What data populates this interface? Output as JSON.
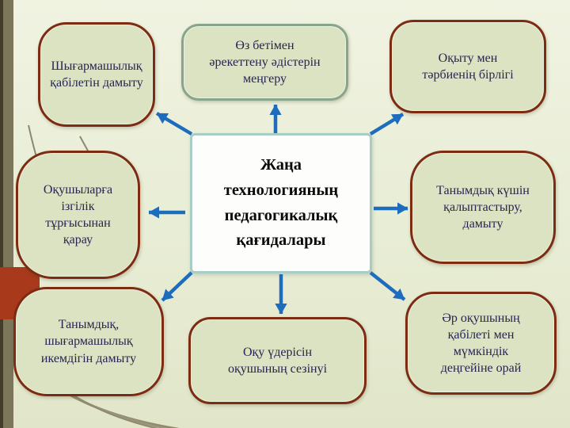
{
  "diagram": {
    "language": "Kazakh",
    "center_node": {
      "id": "center",
      "label": "Жаңа\nтехнологияның\nпедагогикалық\nқағидалары"
    },
    "nodes": [
      {
        "id": "top-left",
        "label": "Шығармашылық\nқабілетін дамыту"
      },
      {
        "id": "top-center",
        "label": "Өз бетімен\nәрекеттену әдістерін\nмеңгеру"
      },
      {
        "id": "top-right",
        "label": "Оқыту мен\nтәрбиенің бірлігі"
      },
      {
        "id": "mid-left",
        "label": "Оқушыларға\nізгілік\nтұрғысынан\nқарау"
      },
      {
        "id": "mid-right",
        "label": "Танымдық күшін\nқалыптастыру,\nдамыту"
      },
      {
        "id": "bottom-left",
        "label": "Танымдық,\nшығармашылық\nикемдігін дамыту"
      },
      {
        "id": "bottom-center",
        "label": "Оқу үдерісін\nоқушының сезінуі"
      },
      {
        "id": "bottom-right",
        "label": "Әр оқушының\nқабілеті мен\nмүмкіндік\nдеңгейіне орай"
      }
    ],
    "arrows": [
      {
        "from": "center",
        "to": "top-left"
      },
      {
        "from": "center",
        "to": "top-center"
      },
      {
        "from": "center",
        "to": "top-right"
      },
      {
        "from": "center",
        "to": "mid-left"
      },
      {
        "from": "center",
        "to": "mid-right"
      },
      {
        "from": "center",
        "to": "bottom-left"
      },
      {
        "from": "center",
        "to": "bottom-center"
      },
      {
        "from": "center",
        "to": "bottom-right"
      }
    ],
    "colors": {
      "background": "#e8edd5",
      "node_fill": "#dce3c3",
      "node_border_red": "#7c2c10",
      "node_border_green": "#87a58b",
      "center_fill": "#fdfefb",
      "center_border": "#a8cdc5",
      "arrow_blue": "#1e6cbe",
      "accent_band_red": "#a83a1b",
      "strip_olive": "#7c765b",
      "strip_dark": "#433e2c",
      "text_navy": "#252550",
      "text_center": "#0a0a0a"
    }
  }
}
